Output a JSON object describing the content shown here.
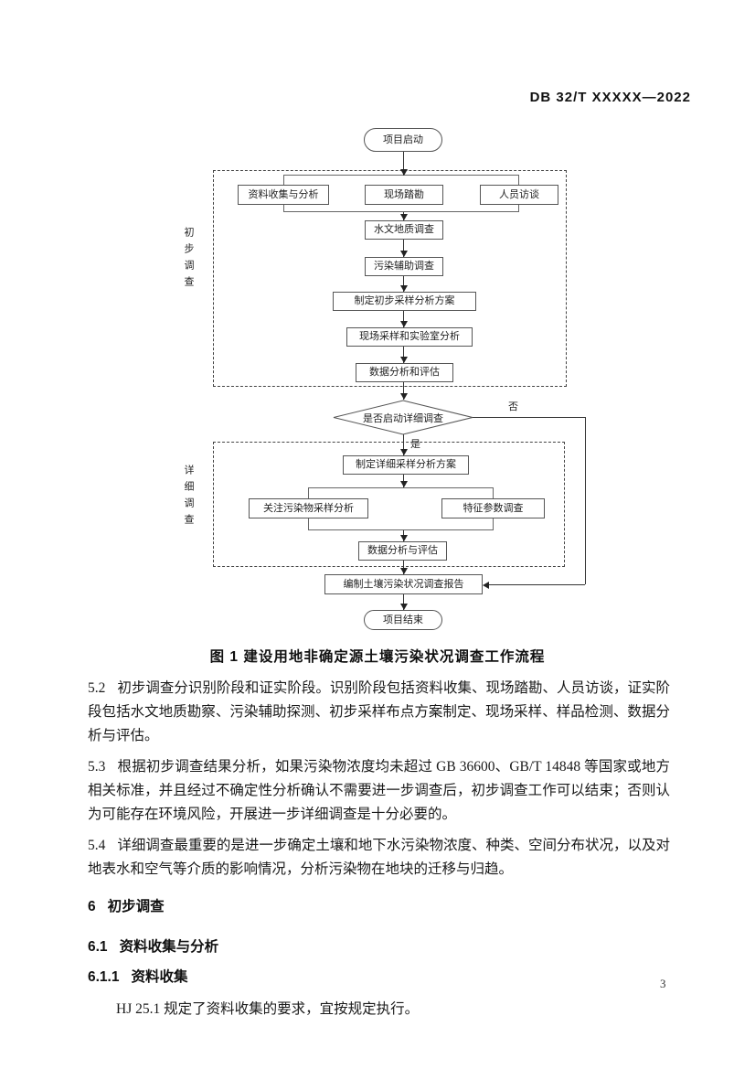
{
  "header": {
    "doc_code": "DB 32/T XXXXX—2022"
  },
  "flowchart": {
    "nodes": {
      "start": "项目启动",
      "data_collection": "资料收集与分析",
      "site_survey": "现场踏勘",
      "interviews": "人员访谈",
      "hydrogeology": "水文地质调查",
      "pollution_aux": "污染辅助调查",
      "preliminary_plan": "制定初步采样分析方案",
      "field_sampling": "现场采样和实验室分析",
      "data_analysis_1": "数据分析和评估",
      "decision": "是否启动详细调查",
      "detailed_plan": "制定详细采样分析方案",
      "pollutant_sampling": "关注污染物采样分析",
      "characteristic_params": "特征参数调查",
      "data_analysis_2": "数据分析与评估",
      "report": "编制土壤污染状况调查报告",
      "end": "项目结束"
    },
    "labels": {
      "stage1": "初步调查",
      "stage2": "详细调查",
      "yes": "是",
      "no": "否"
    }
  },
  "figure_caption": "图 1 建设用地非确定源土壤污染状况调查工作流程",
  "paragraphs": [
    {
      "number": "5.2",
      "text": "初步调查分识别阶段和证实阶段。识别阶段包括资料收集、现场踏勘、人员访谈，证实阶段包括水文地质勘察、污染辅助探测、初步采样布点方案制定、现场采样、样品检测、数据分析与评估。"
    },
    {
      "number": "5.3",
      "text": "根据初步调查结果分析，如果污染物浓度均未超过 GB 36600、GB/T 14848 等国家或地方相关标准，并且经过不确定性分析确认不需要进一步调查后，初步调查工作可以结束；否则认为可能存在环境风险，开展进一步详细调查是十分必要的。"
    },
    {
      "number": "5.4",
      "text": "详细调查最重要的是进一步确定土壤和地下水污染物浓度、种类、空间分布状况，以及对地表水和空气等介质的影响情况，分析污染物在地块的迁移与归趋。"
    }
  ],
  "headings": [
    {
      "number": "6",
      "title": "初步调查"
    },
    {
      "number": "6.1",
      "title": "资料收集与分析"
    },
    {
      "number": "6.1.1",
      "title": "资料收集"
    }
  ],
  "body_text": {
    "hj_paragraph": "HJ 25.1 规定了资料收集的要求，宜按规定执行。"
  },
  "footer": {
    "page_number": "3"
  }
}
